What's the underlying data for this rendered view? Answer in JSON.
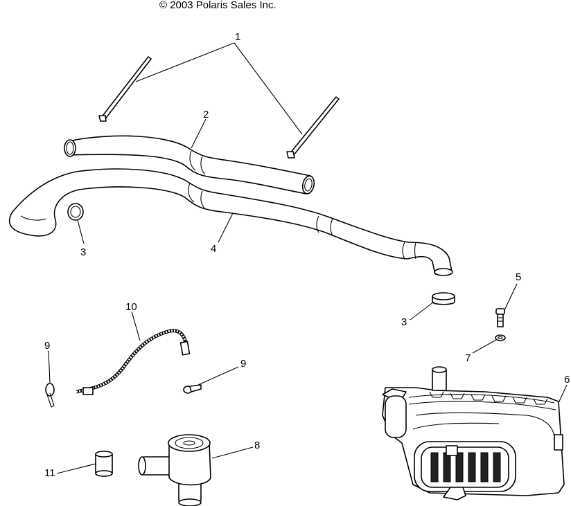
{
  "header": {
    "copyright": "© 2003 Polaris Sales Inc."
  },
  "callouts": {
    "c1": "1",
    "c2": "2",
    "c3a": "3",
    "c3b": "3",
    "c4": "4",
    "c5": "5",
    "c6": "6",
    "c7": "7",
    "c8": "8",
    "c9a": "9",
    "c9b": "9",
    "c10": "10",
    "c11": "11"
  }
}
